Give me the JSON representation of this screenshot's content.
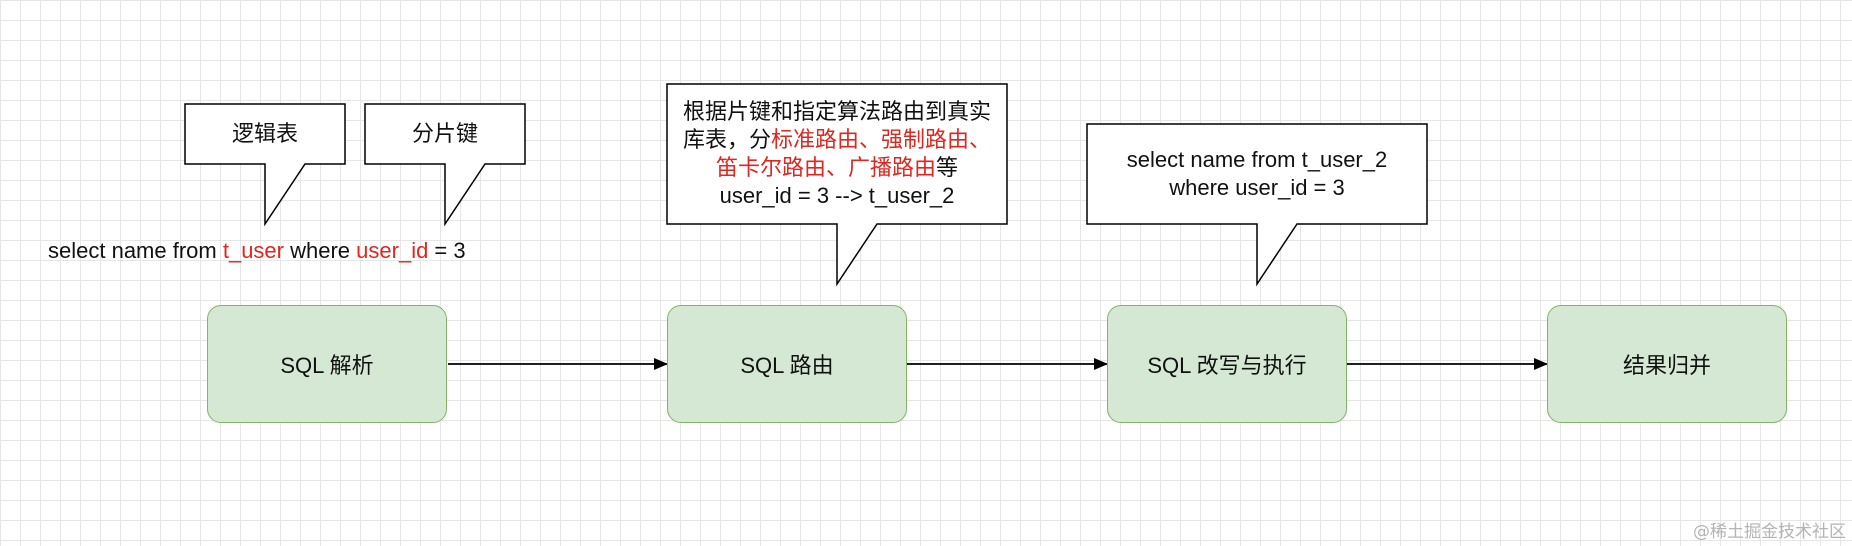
{
  "callouts": {
    "logical_table": "逻辑表",
    "shard_key": "分片键",
    "routing_note": {
      "line1": "根据片键和指定算法路由到真实",
      "line2_prefix": "库表，分",
      "line2_red": "标准路由、强制路由、",
      "line3_red": "笛卡尔路由、广播路由",
      "line3_suffix": "等",
      "line4": "user_id = 3 --> t_user_2"
    },
    "rewrite_note": {
      "line1": "select name from t_user_2",
      "line2": "where user_id = 3"
    }
  },
  "sql": {
    "part1": "select name from ",
    "table": "t_user",
    "part2": " where ",
    "column": "user_id",
    "part3": " = 3"
  },
  "steps": [
    {
      "label": "SQL 解析"
    },
    {
      "label": "SQL 路由"
    },
    {
      "label": "SQL 改写与执行"
    },
    {
      "label": "结果归并"
    }
  ],
  "watermark": "@稀土掘金技术社区",
  "colors": {
    "step_fill": "#d5e8d4",
    "step_border": "#82b366",
    "highlight": "#e0261f",
    "grid": "#e6e6e6"
  }
}
